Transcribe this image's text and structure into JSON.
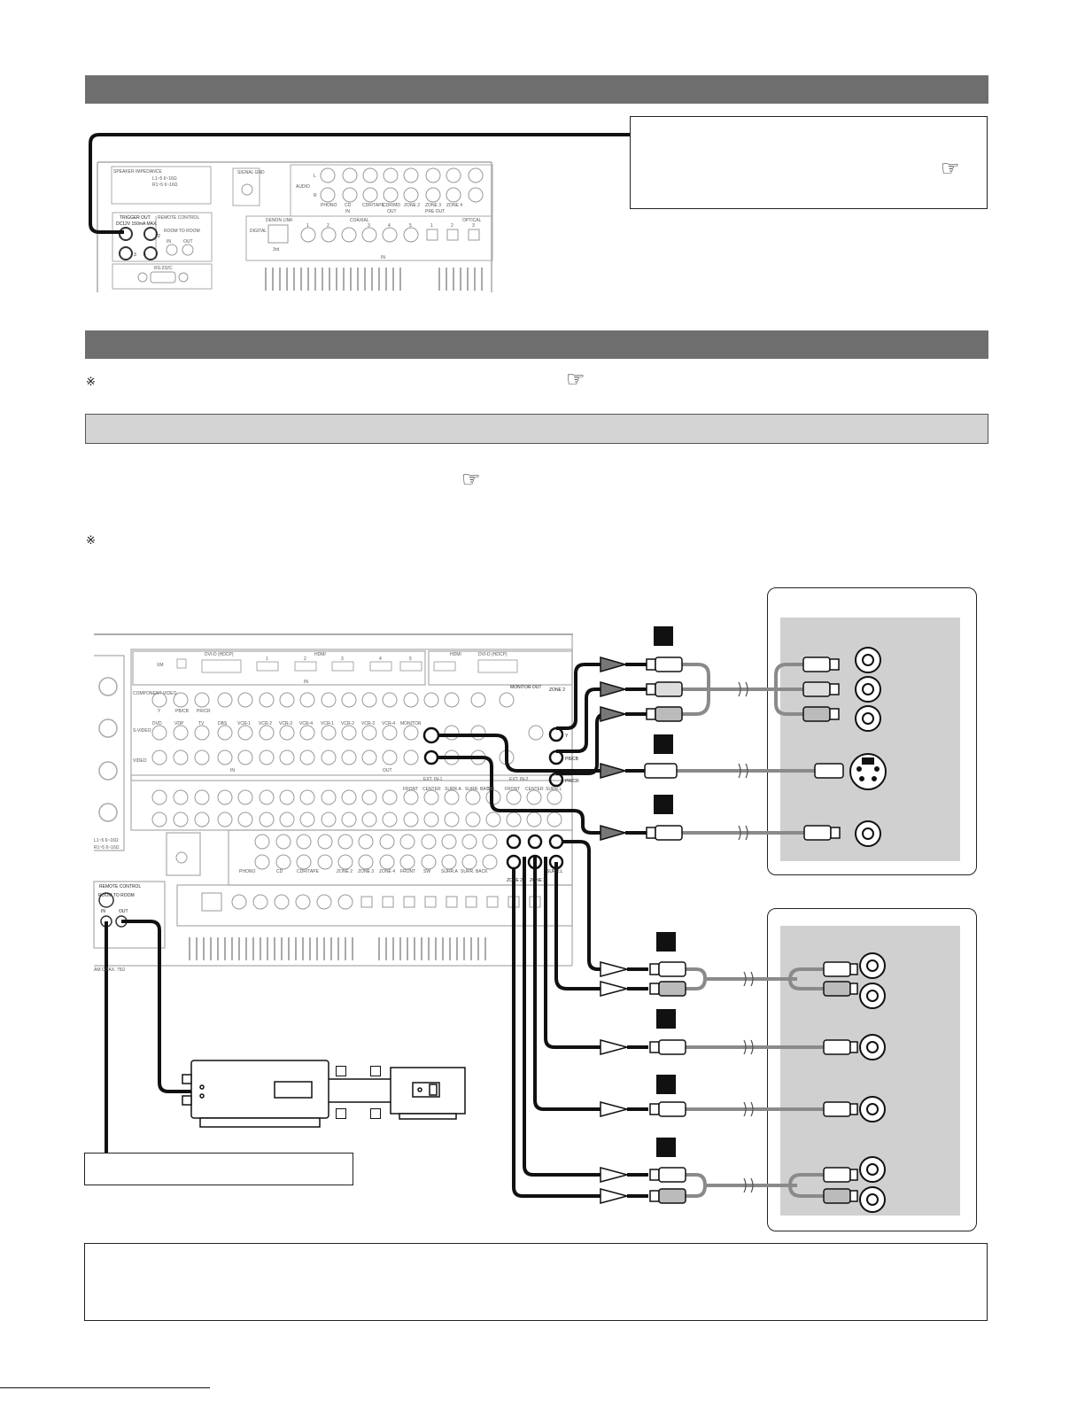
{
  "marks": {
    "reference_mark": "※",
    "pointing_hand": "☞"
  },
  "icons": [
    "pointing-hand-icon",
    "reference-mark-icon",
    "rca-jack-icon",
    "s-video-jack-icon",
    "rca-plug-icon",
    "s-video-plug-icon"
  ],
  "panel_top": {
    "speaker_impedance_title": "SPEAKER IMPEDANCE",
    "speaker_impedance_lines": [
      "L1~5   6~16Ω",
      "R1~5   6~16Ω"
    ],
    "trigger_out_title": "TRIGGER OUT",
    "trigger_out_rating": "DC12V 150mA MAX.",
    "trigger_numbers": [
      "1",
      "2",
      "3",
      "4"
    ],
    "remote_control_title": "REMOTE CONTROL",
    "room_to_room": "ROOM TO ROOM",
    "room_in_out": [
      "IN",
      "OUT"
    ],
    "rs232c": "RS-232C",
    "signal_gnd": "SIGNAL GND",
    "audio": "AUDIO",
    "lr": [
      "L",
      "R"
    ],
    "audio_inputs": [
      "PHONO",
      "CD",
      "CDR/TAPE",
      "CDR/MD",
      "ZONE 2",
      "ZONE 3",
      "ZONE 4"
    ],
    "audio_groups": [
      "IN",
      "OUT",
      "PRE OUT"
    ],
    "digital": "DIGITAL",
    "denon_link": "DENON LINK",
    "denon_link_sub": "3rd",
    "coaxial": "COAXIAL",
    "optical": "OPTICAL",
    "coax_numbers": [
      "1",
      "2",
      "3",
      "4",
      "5"
    ],
    "optical_numbers": [
      "1",
      "2",
      "3"
    ],
    "digital_in": "IN"
  },
  "panel_main": {
    "dvi_label": "DVI-D (HDCP)",
    "hdmi_label": "HDMI",
    "xm_label": "XM",
    "hdmi_numbers": [
      "1",
      "2",
      "3",
      "4",
      "5"
    ],
    "hdmi_in": "IN",
    "monitor_out": "MONITOR OUT",
    "zone2": "ZONE 2",
    "component_video": "COMPONENT VIDEO",
    "ypbpr": [
      "Y",
      "PB/CB",
      "PR/CR"
    ],
    "s_video": "S-VIDEO",
    "video": "VIDEO",
    "sources": [
      "DVD",
      "VDP",
      "TV",
      "DBS",
      "VCR-1",
      "VCR-2",
      "VCR-3",
      "VCR-4",
      "VCR-1",
      "VCR-2",
      "VCR-3",
      "VCR-4",
      "MONITOR"
    ],
    "in_label": "IN",
    "out_label": "OUT",
    "ext_in_1": "EXT. IN-1",
    "ext_in_2": "EXT. IN-2",
    "ext_channels": [
      "FRONT",
      "CENTER",
      "SURR.A",
      "SURR. BACK",
      "SW",
      "FRONT",
      "CENTER",
      "SURR.L"
    ],
    "zone_outs": [
      "ZONE 2",
      "ZONE 3"
    ],
    "preout_labels": [
      "PHONO",
      "CD",
      "CDR/TAPE",
      "ZONE 2",
      "ZONE 3",
      "ZONE 4",
      "FRONT",
      "SW",
      "SURR.A",
      "SURR. BACK",
      "SURR.L"
    ],
    "remote_control": "REMOTE CONTROL",
    "room_to_room": "ROOM TO ROOM",
    "room_in_out": [
      "IN",
      "OUT"
    ],
    "speaker_lines": [
      "L1~5   6~16Ω",
      "R1~5   6~16Ω"
    ],
    "ant_label": "AM COAX. 75Ω"
  },
  "colors": {
    "header_bar": "#6e6e6e",
    "sub_bar": "#d4d4d4",
    "device_panel": "#d0d0d0",
    "cable_black": "#111111",
    "cable_grey": "#8a8a8a"
  }
}
